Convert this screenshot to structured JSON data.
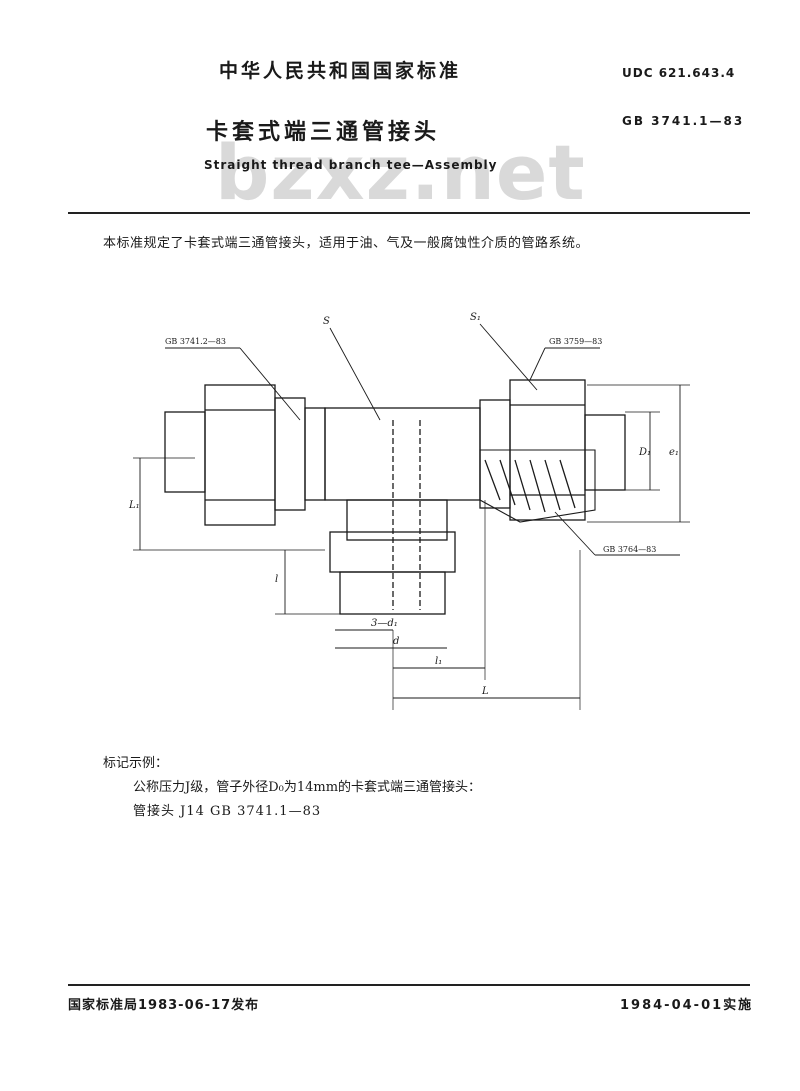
{
  "header": {
    "organization": "中华人民共和国国家标准",
    "udc": "UDC 621.643.4",
    "gb_number": "GB 3741.1—83",
    "title_cn": "卡套式端三通管接头",
    "title_en": "Straight thread branch tee—Assembly",
    "watermark": "bzxz.net"
  },
  "body": {
    "scope": "本标准规定了卡套式端三通管接头，适用于油、气及一般腐蚀性介质的管路系统。",
    "marking_heading": "标记示例：",
    "marking_line1": "公称压力J级，管子外径D₀为14mm的卡套式端三通管接头：",
    "marking_line2": "管接头  J14  GB 3741.1—83"
  },
  "drawing": {
    "ref_left": "GB 3741.2—83",
    "ref_right_top": "GB 3759—83",
    "ref_right_bottom": "GB 3764—83",
    "label_s": "S",
    "label_s1": "S₁",
    "label_l1": "L₁",
    "label_l": "l",
    "label_3d1": "3—d₁",
    "label_d": "d",
    "label_l1_small": "l₁",
    "label_L": "L",
    "label_D1": "D₁",
    "label_e1": "e₁"
  },
  "footer": {
    "issued": "国家标准局1983-06-17发布",
    "implemented": "1984-04-01实施"
  }
}
